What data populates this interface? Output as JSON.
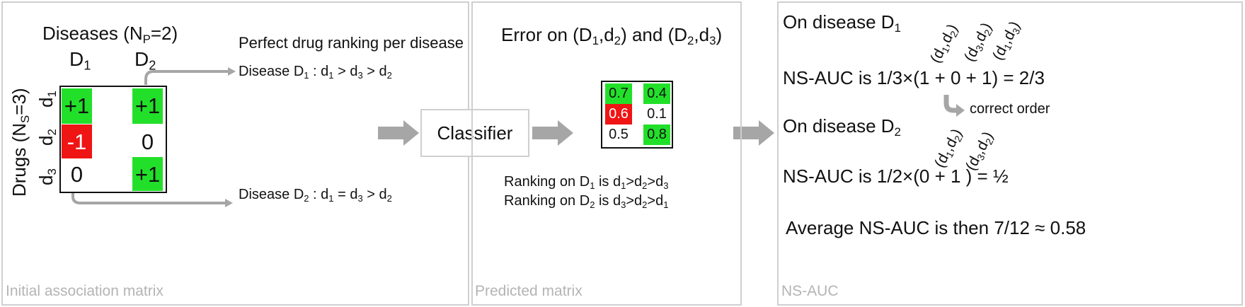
{
  "panels": {
    "initial": {
      "label": "Initial association matrix",
      "diseases_prefix": "Diseases (N",
      "diseases_sub": "P",
      "diseases_suffix": "=2)",
      "drugs_prefix": "Drugs (N",
      "drugs_sub": "S",
      "drugs_suffix": "=3)",
      "col_headers": [
        {
          "main": "D",
          "sub": "1"
        },
        {
          "main": "D",
          "sub": "2"
        }
      ],
      "row_headers": [
        {
          "main": "d",
          "sub": "1"
        },
        {
          "main": "d",
          "sub": "2"
        },
        {
          "main": "d",
          "sub": "3"
        }
      ],
      "cells": [
        [
          "+1",
          "+1"
        ],
        [
          "-1",
          "0"
        ],
        [
          "0",
          "+1"
        ]
      ],
      "ranking_title": "Perfect drug ranking per disease",
      "ranking_d1": {
        "p1": "Disease D",
        "s1": "1",
        "p2": " : d",
        "s2": "1",
        "p3": " > d",
        "s3": "3",
        "p4": " > d",
        "s4": "2"
      },
      "ranking_d2": {
        "p1": "Disease D",
        "s1": "2",
        "p2": " : d",
        "s2": "1",
        "p3": " = d",
        "s3": "3",
        "p4": " > d",
        "s4": "2"
      }
    },
    "classifier": {
      "label": "Classifier"
    },
    "predicted": {
      "label": "Predicted matrix",
      "error": {
        "p1": "Error on (D",
        "s1": "1",
        "p2": ",d",
        "s2": "2",
        "p3": ") and (D",
        "s3": "2",
        "p4": ",d",
        "s4": "3",
        "p5": ")"
      },
      "cells": [
        [
          "0.7",
          "0.4"
        ],
        [
          "0.6",
          "0.1"
        ],
        [
          "0.5",
          "0.8"
        ]
      ],
      "rank_d1": {
        "p1": "Ranking on D",
        "s1": "1",
        "p2": " is d",
        "s2": "1",
        "p3": ">d",
        "s3": "2",
        "p4": ">d",
        "s4": "3"
      },
      "rank_d2": {
        "p1": "Ranking on D",
        "s1": "2",
        "p2": " is d",
        "s2": "3",
        "p3": ">d",
        "s3": "2",
        "p4": ">d",
        "s4": "1"
      }
    },
    "nsauc": {
      "label": "NS-AUC",
      "on_d1": {
        "p1": "On disease D",
        "s1": "1"
      },
      "on_d2": {
        "p1": "On disease D",
        "s1": "2"
      },
      "eq1": "NS-AUC is 1/3×(1 + 0 + 1) = 2/3",
      "eq2": "NS-AUC is 1/2×(0 + 1 ) = ½",
      "correct_order": "correct order",
      "average": "Average NS-AUC is then 7/12 ≈ 0.58",
      "pairs_d1": [
        {
          "a": "d",
          "as": "1",
          "b": "d",
          "bs": "2"
        },
        {
          "a": "d",
          "as": "3",
          "b": "d",
          "bs": "2"
        },
        {
          "a": "d",
          "as": "1",
          "b": "d",
          "bs": "3"
        }
      ],
      "pairs_d2": [
        {
          "a": "d",
          "as": "1",
          "b": "d",
          "bs": "2"
        },
        {
          "a": "d",
          "as": "3",
          "b": "d",
          "bs": "2"
        }
      ]
    }
  },
  "colors": {
    "positive": "#22e02a",
    "negative": "#ef1515",
    "arrow": "#a6a6a6",
    "border": "#cfcfcf"
  }
}
